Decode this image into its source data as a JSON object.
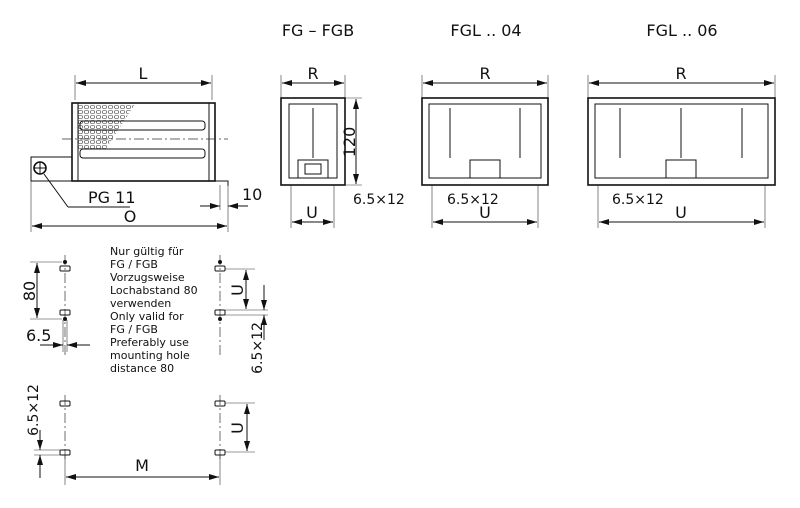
{
  "titles": {
    "fg": "FG – FGB",
    "fgl04": "FGL .. 04",
    "fgl06": "FGL .. 06"
  },
  "side_view": {
    "dim_length": "L",
    "dim_overall": "O",
    "gland": "PG 11",
    "dim_foot": "10"
  },
  "fg_view": {
    "dim_width": "R",
    "dim_height": "120",
    "slot": "6.5×12",
    "dim_hole": "U"
  },
  "fgl04_view": {
    "dim_width": "R",
    "slot": "6.5×12",
    "dim_hole": "U"
  },
  "fgl06_view": {
    "dim_width": "R",
    "slot": "6.5×12",
    "dim_hole": "U"
  },
  "hole_pattern": {
    "dim_80": "80",
    "dim_65": "6.5",
    "dim_u_top": "U",
    "slot_right": "6.5×12",
    "slot_left": "6.5×12",
    "dim_u_bottom": "U",
    "dim_m": "M",
    "note": [
      "Nur gültig für",
      "FG / FGB",
      "Vorzugsweise",
      "Lochabstand 80",
      "verwenden",
      "Only valid for",
      "FG / FGB",
      "Preferably use",
      "mounting hole",
      "distance 80"
    ]
  }
}
